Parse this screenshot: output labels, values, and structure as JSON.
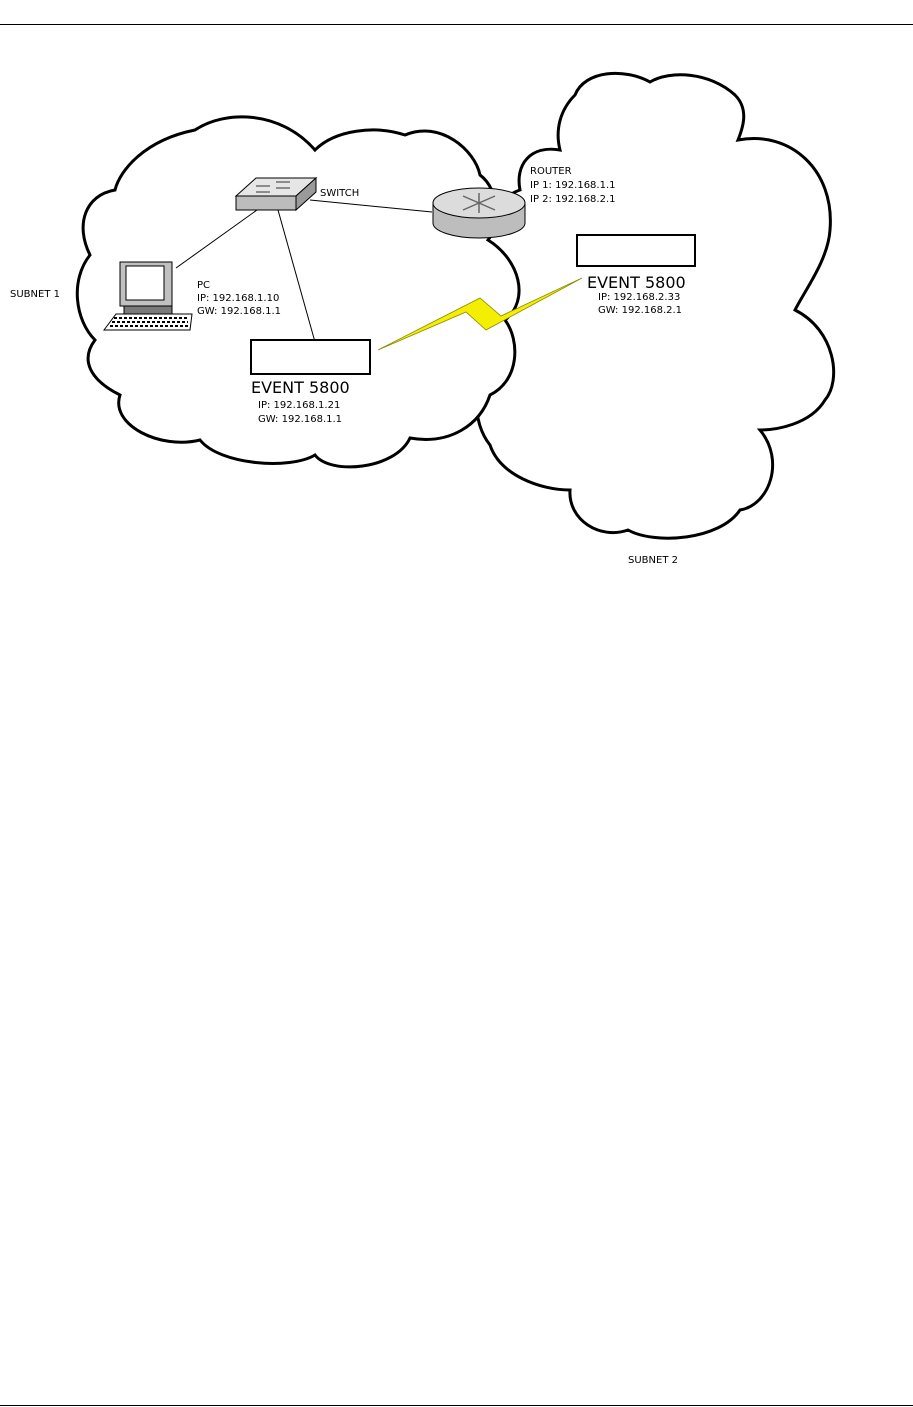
{
  "subnet1": {
    "label": "SUBNET 1"
  },
  "subnet2": {
    "label": "SUBNET 2"
  },
  "switch": {
    "label": "SWITCH"
  },
  "router": {
    "label": "ROUTER",
    "ip1": "IP 1: 192.168.1.1",
    "ip2": "IP 2: 192.168.2.1"
  },
  "pc": {
    "label": "PC",
    "ip": "IP: 192.168.1.10",
    "gw": "GW: 192.168.1.1"
  },
  "event_left": {
    "label": "EVENT 5800",
    "ip": "IP: 192.168.1.21",
    "gw": "GW: 192.168.1.1"
  },
  "event_right": {
    "label": "EVENT 5800",
    "ip": "IP: 192.168.2.33",
    "gw": "GW: 192.168.2.1"
  },
  "colors": {
    "lightning": "#f4ee00",
    "device_gray": "#c8c8c8"
  }
}
